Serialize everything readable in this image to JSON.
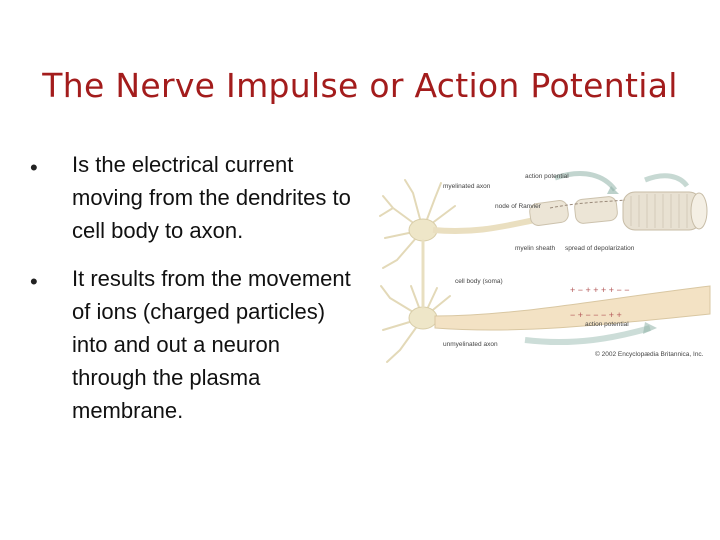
{
  "slide": {
    "title": "The Nerve Impulse or Action Potential",
    "bullets": [
      "Is the electrical current moving from the dendrites to cell body to axon.",
      "It results from the movement of ions (charged particles) into and out a neuron through the plasma membrane."
    ]
  },
  "figure": {
    "labels": {
      "myelinated_axon": "myelinated axon",
      "action_potential": "action potential",
      "node_of_ranvier": "node of Ranvier",
      "myelin_sheath": "myelin sheath",
      "spread_of_depolarization": "spread of depolarization",
      "cell_body": "cell body (soma)",
      "unmyelinated_axon": "unmyelinated axon",
      "action_potential_2": "action potential",
      "copyright": "© 2002 Encyclopædia Britannica, Inc."
    },
    "colors": {
      "title": "#a31c1c",
      "neuron": "#eee6c8",
      "axon_body": "#f3e2c4",
      "myelin": "#e8e1d2",
      "arrow": "#8fb3a8"
    }
  }
}
